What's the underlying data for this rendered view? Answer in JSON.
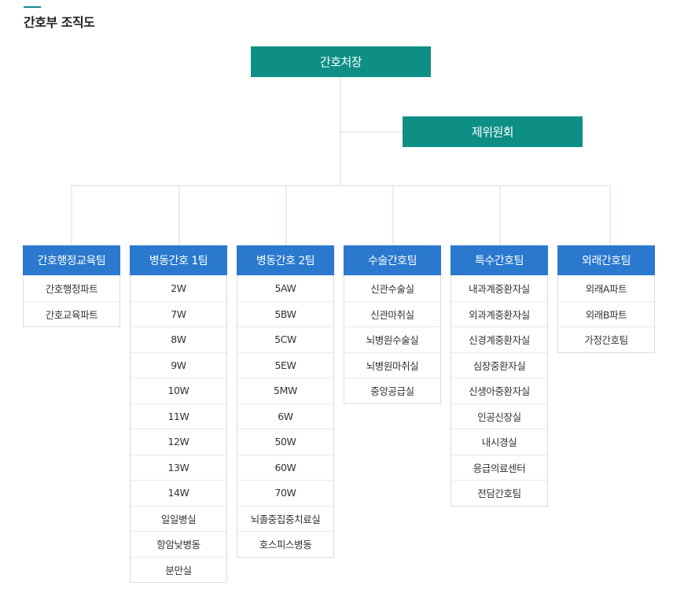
{
  "page_title": "간호부 조직도",
  "chief": "간호처장",
  "committee": "제위원회",
  "teams": [
    {
      "name": "간호행정교육팀",
      "units": [
        "간호행정파트",
        "간호교육파트"
      ]
    },
    {
      "name": "병동간호 1팀",
      "units": [
        "2W",
        "7W",
        "8W",
        "9W",
        "10W",
        "11W",
        "12W",
        "13W",
        "14W",
        "일일병실",
        "항암낮병동",
        "분만실"
      ]
    },
    {
      "name": "병동간호 2팀",
      "units": [
        "5AW",
        "5BW",
        "5CW",
        "5EW",
        "5MW",
        "6W",
        "50W",
        "60W",
        "70W",
        "뇌졸중집중치료실",
        "호스피스병동"
      ]
    },
    {
      "name": "수술간호팀",
      "units": [
        "신관수술실",
        "신관마취실",
        "뇌병원수술실",
        "뇌병원마취실",
        "중앙공급실"
      ]
    },
    {
      "name": "특수간호팀",
      "units": [
        "내과계중환자실",
        "외과계중환자실",
        "신경계중환자실",
        "심장중환자실",
        "신생아중환자실",
        "인공신장실",
        "내시경실",
        "응급의료센터",
        "전담간호팀"
      ]
    },
    {
      "name": "외래간호팀",
      "units": [
        "외래A파트",
        "외래B파트",
        "가정간호팀"
      ]
    }
  ],
  "colors": {
    "accent": "#0e8f86",
    "team_header": "#2a79cf",
    "connector": "#d3d9e6"
  }
}
